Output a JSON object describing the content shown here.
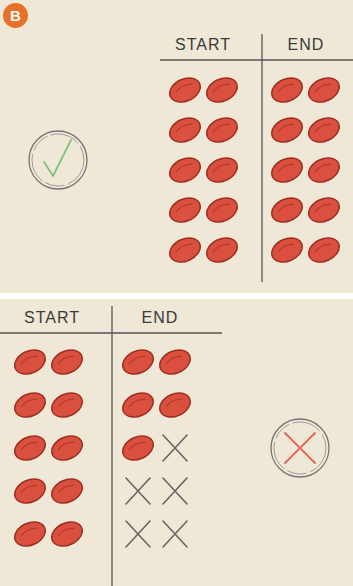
{
  "diagram": {
    "nodes": [
      {
        "text": [
          "B"
        ]
      }
    ],
    "labels": [
      "START",
      "END",
      "START",
      "END"
    ]
  }
}
